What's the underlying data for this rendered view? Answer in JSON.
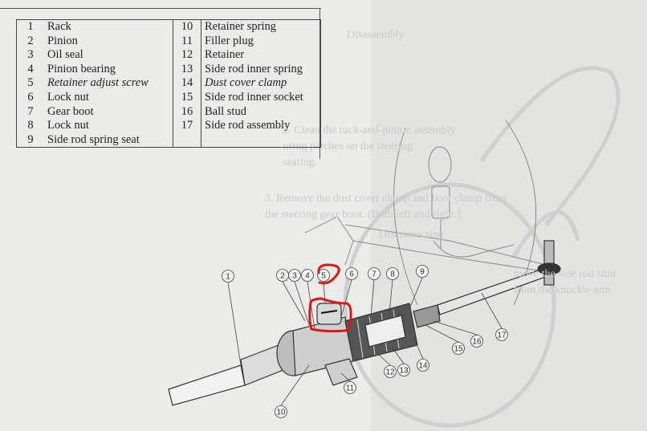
{
  "legend": [
    {
      "num": "1",
      "label": "Rack",
      "italic": false
    },
    {
      "num": "2",
      "label": "Pinion",
      "italic": false
    },
    {
      "num": "3",
      "label": "Oil seal",
      "italic": false
    },
    {
      "num": "4",
      "label": "Pinion bearing",
      "italic": false
    },
    {
      "num": "5",
      "label": "Retainer adjust screw",
      "italic": true
    },
    {
      "num": "6",
      "label": "Lock nut",
      "italic": false
    },
    {
      "num": "7",
      "label": "Gear boot",
      "italic": false
    },
    {
      "num": "8",
      "label": "Lock nut",
      "italic": false
    },
    {
      "num": "9",
      "label": "Side rod spring seat",
      "italic": false
    },
    {
      "num": "10",
      "label": "Retainer spring",
      "italic": false
    },
    {
      "num": "11",
      "label": "Filler plug",
      "italic": false
    },
    {
      "num": "12",
      "label": "Retainer",
      "italic": false
    },
    {
      "num": "13",
      "label": "Side rod inner spring",
      "italic": false
    },
    {
      "num": "14",
      "label": "Dust cover clamp",
      "italic": true
    },
    {
      "num": "15",
      "label": "Side rod inner socket",
      "italic": false
    },
    {
      "num": "16",
      "label": "Ball stud",
      "italic": false
    },
    {
      "num": "17",
      "label": "Side rod assembly",
      "italic": false
    }
  ],
  "ghost_text": {
    "heading": "Disassembly",
    "step2a": "2. Clean the rack-and-pinion assembly",
    "step2b": "using patches on the steering",
    "step2c": "seating.",
    "step3a": "3. Remove the dust cover clamp and boot clamp from",
    "step3b": "the steering gear boot. (Both left and right.)",
    "right1": "Disconnecting",
    "right2": "move the side rod stud",
    "right3": "from the knuckle arm"
  },
  "callouts": [
    "1",
    "2",
    "3",
    "4",
    "5",
    "6",
    "7",
    "8",
    "9",
    "10",
    "11",
    "12",
    "13",
    "14",
    "15",
    "16",
    "17"
  ],
  "colors": {
    "annotation": "#d81818",
    "ink": "#333333"
  }
}
